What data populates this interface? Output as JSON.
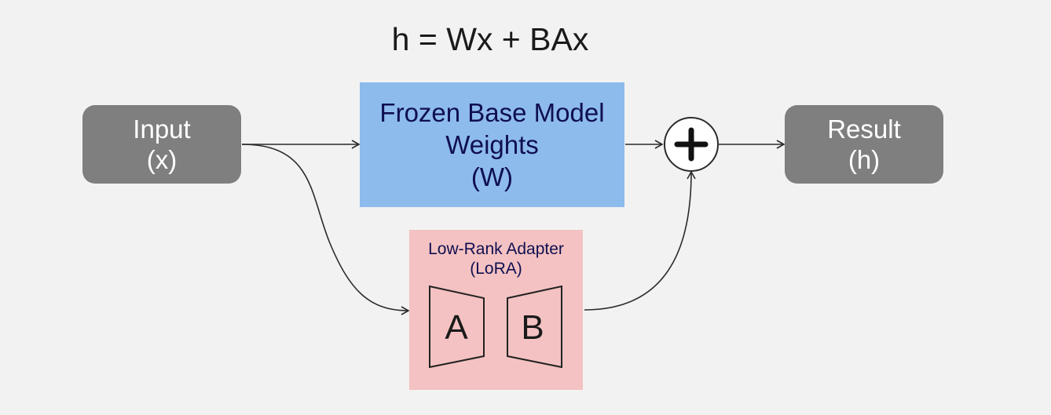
{
  "equation": "h = Wx + BAx",
  "input": {
    "label": "Input",
    "var": "(x)"
  },
  "frozen": {
    "line1": "Frozen Base Model",
    "line2": "Weights",
    "line3": "(W)"
  },
  "lora": {
    "line1": "Low-Rank Adapter",
    "line2": "(LoRA)",
    "matrix_a": "A",
    "matrix_b": "B"
  },
  "result": {
    "label": "Result",
    "var": "(h)"
  },
  "colors": {
    "background": "#f2f2f2",
    "gray_box": "#7f7f7f",
    "frozen_fill": "#8dbbec",
    "lora_fill": "#f4c2c2",
    "dark_text": "#0f0f50"
  },
  "icons": {
    "sum": "plus-circle-icon"
  }
}
